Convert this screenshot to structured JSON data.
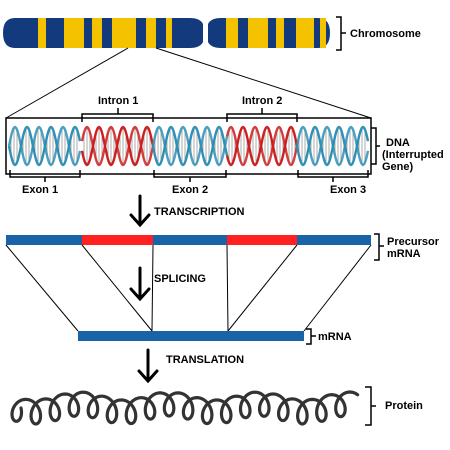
{
  "labels": {
    "chromosome": "Chromosome",
    "dna": "DNA",
    "dna_sub": "(Interrupted",
    "dna_sub2": "Gene)",
    "intron1": "Intron 1",
    "intron2": "Intron 2",
    "exon1": "Exon 1",
    "exon2": "Exon 2",
    "exon3": "Exon 3",
    "transcription": "TRANSCRIPTION",
    "precursor": "Precursor",
    "precursor2": "mRNA",
    "splicing": "SPLICING",
    "mrna": "mRNA",
    "translation": "TRANSLATION",
    "protein": "Protein"
  },
  "colors": {
    "chromosome_dark": "#123a7c",
    "chromosome_band": "#f5c200",
    "exon": "#2f8fb5",
    "intron": "#cc1f1f",
    "rna_exon": "#1b63a8",
    "rna_intron": "#ff2020",
    "line": "#000000"
  }
}
